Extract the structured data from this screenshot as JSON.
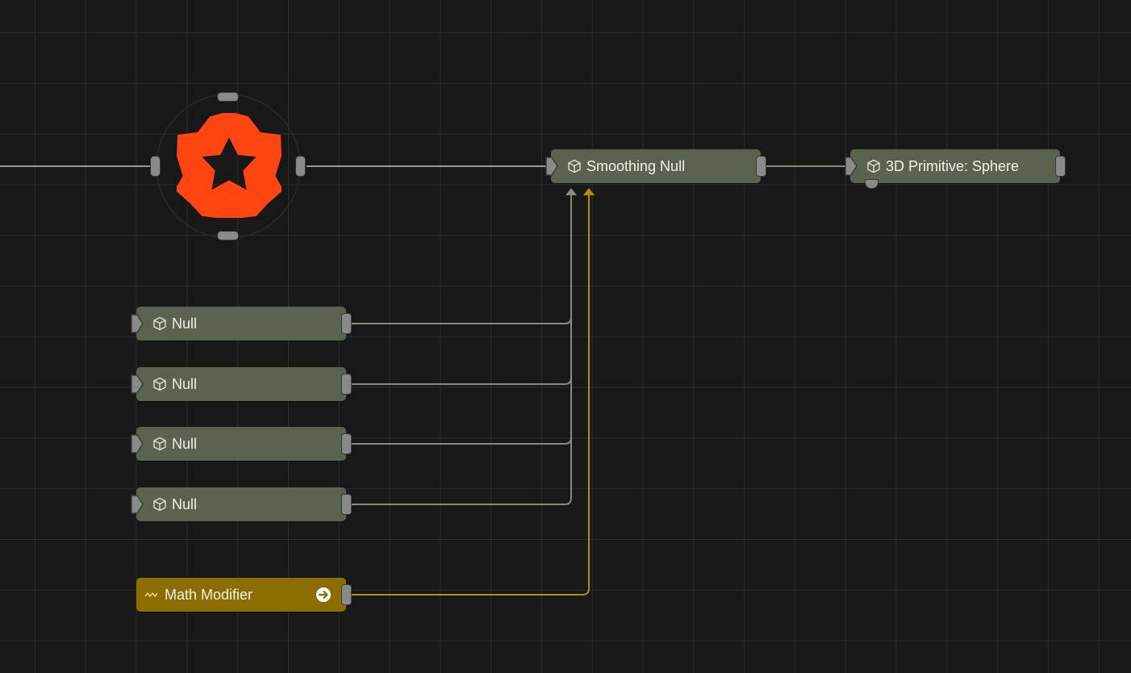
{
  "nodes": {
    "smoothing_null": {
      "label": "Smoothing Null",
      "icon": "cube-icon"
    },
    "sphere": {
      "label": "3D Primitive: Sphere",
      "icon": "cube-icon"
    },
    "null_1": {
      "label": "Null",
      "icon": "cube-icon"
    },
    "null_2": {
      "label": "Null",
      "icon": "cube-icon"
    },
    "null_3": {
      "label": "Null",
      "icon": "cube-icon"
    },
    "null_4": {
      "label": "Null",
      "icon": "cube-icon"
    },
    "math_modifier": {
      "label": "Math Modifier",
      "icon": "wave-icon",
      "action_icon": "arrow-circle-right-icon"
    }
  },
  "logo": {
    "icon": "gear-star-logo",
    "color": "#ff4511"
  },
  "colors": {
    "background": "#181818",
    "grid": "#2c2c2c",
    "node": "#5a6350",
    "modifier_node": "#8c6d00",
    "wire": "#8a8a80",
    "modifier_wire": "#b58d12",
    "port": "#8a8a8a"
  }
}
